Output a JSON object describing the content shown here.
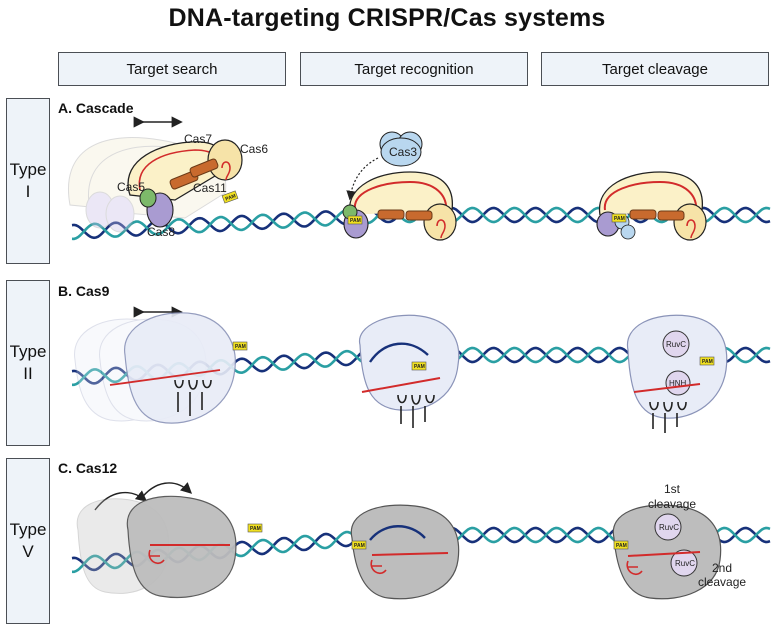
{
  "title": "DNA-targeting CRISPR/Cas systems",
  "columns": [
    "Target search",
    "Target recognition",
    "Target cleavage"
  ],
  "rows": [
    {
      "type_line1": "Type",
      "type_line2": "I",
      "section_label": "A. Cascade"
    },
    {
      "type_line1": "Type",
      "type_line2": "II",
      "section_label": "B. Cas9"
    },
    {
      "type_line1": "Type",
      "type_line2": "V",
      "section_label": "C. Cas12"
    }
  ],
  "labels": {
    "cas7": "Cas7",
    "cas6": "Cas6",
    "cas5": "Cas5",
    "cas11": "Cas11",
    "cas8": "Cas8",
    "cas3": "Cas3",
    "pam": "PAM",
    "ruvc": "RuvC",
    "hnh": "HNH",
    "first_cleavage_1": "1st",
    "first_cleavage_2": "cleavage",
    "second_cleavage_1": "2nd",
    "second_cleavage_2": "cleavage"
  },
  "colors": {
    "dna_strand_a": "#17317a",
    "dna_strand_b": "#2a9fa3",
    "rna": "#d22b2b",
    "pam": "#f0e020",
    "cascade_body": "#fbf1c8",
    "cas6": "#f6e3a8",
    "cas11": "#c86a2e",
    "cas8": "#a99bd1",
    "cas5": "#7db96a",
    "cas3": "#b9d7ef",
    "cas9_body": "#e8ecf7",
    "cas12_body": "#bdbdbd",
    "header_fill": "#eef3f9"
  }
}
